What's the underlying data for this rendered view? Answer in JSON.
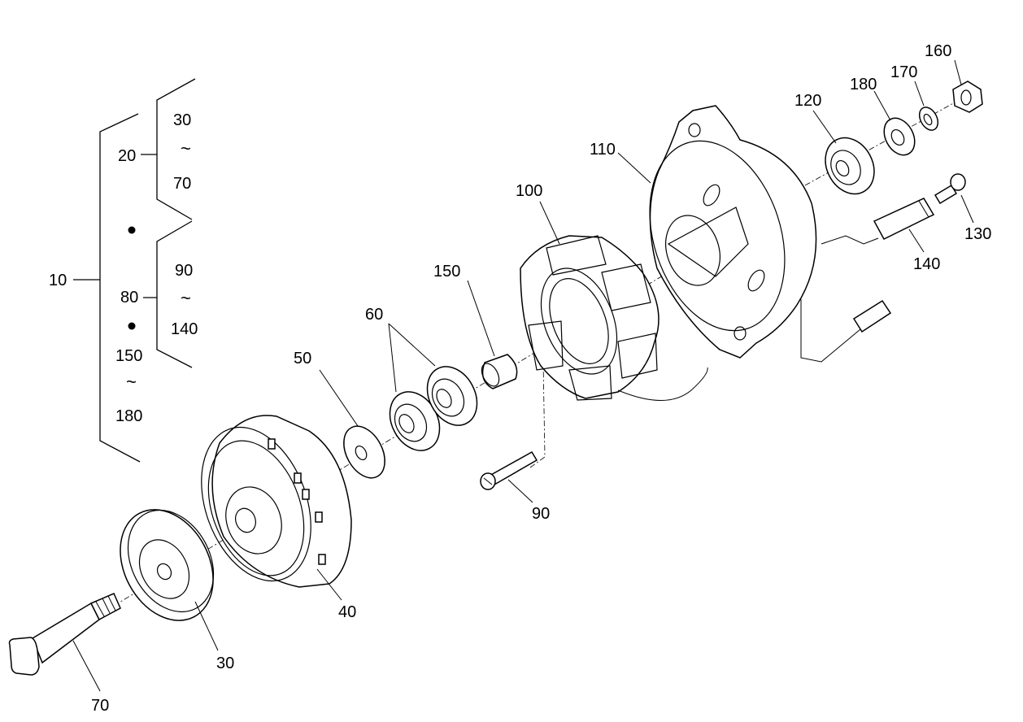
{
  "hierarchy": {
    "root": "10",
    "group_a": {
      "code": "20",
      "from": "30",
      "tilde": "~",
      "to": "70"
    },
    "group_b": {
      "code": "80",
      "from": "90",
      "tilde": "~",
      "to": "140"
    },
    "group_c": {
      "from": "150",
      "tilde": "~",
      "to": "180"
    }
  },
  "callouts": {
    "p30": "30",
    "p40": "40",
    "p50": "50",
    "p60": "60",
    "p70": "70",
    "p90": "90",
    "p100": "100",
    "p110": "110",
    "p120": "120",
    "p130": "130",
    "p140": "140",
    "p150": "150",
    "p160": "160",
    "p170": "170",
    "p180": "180"
  }
}
